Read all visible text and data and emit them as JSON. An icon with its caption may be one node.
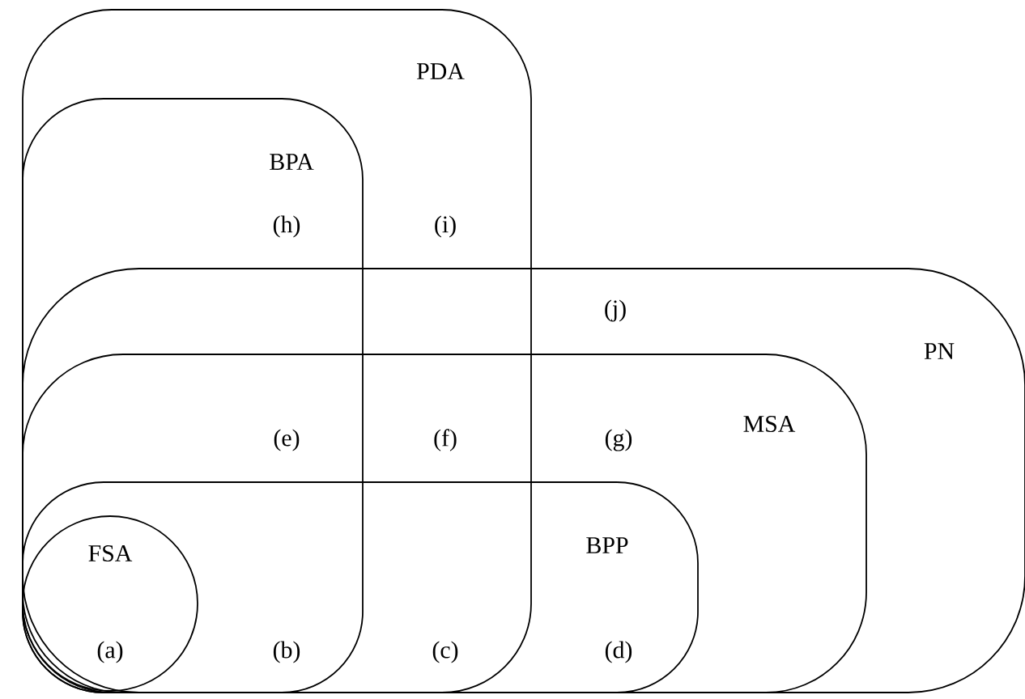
{
  "diagram": {
    "nodes": [
      {
        "text": [
          "PDA"
        ]
      },
      {
        "text": [
          "BPA"
        ],
        "in": 0
      },
      {
        "text": [
          "PN"
        ]
      },
      {
        "text": [
          "MSA"
        ],
        "in": 2
      },
      {
        "text": [
          "BPP"
        ],
        "in": 3
      },
      {
        "text": [
          "FSA"
        ]
      }
    ],
    "labels": [
      "(h)",
      "(i)",
      "(j)",
      "(e)",
      "(f)",
      "(g)",
      "(a)",
      "(b)",
      "(c)",
      "(d)"
    ]
  }
}
